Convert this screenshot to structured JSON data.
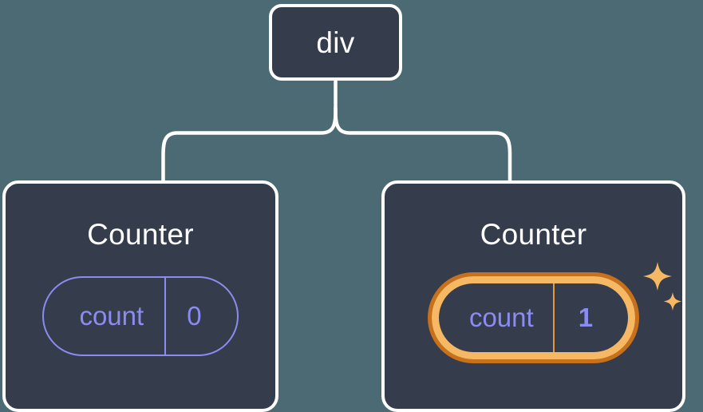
{
  "diagram": {
    "title": "React component tree with highlighted state",
    "background_color": "#4c6a73",
    "node_fill": "#353c4c",
    "node_border": "#ffffff",
    "connector_color": "#ffffff",
    "accent_purple": "#8b8cf0",
    "accent_orange_outer": "#c8711a",
    "accent_orange_inner": "#f6b863"
  },
  "root": {
    "label": "div"
  },
  "children": [
    {
      "label": "Counter",
      "state": {
        "key": "count",
        "value": "0"
      },
      "highlighted": false
    },
    {
      "label": "Counter",
      "state": {
        "key": "count",
        "value": "1"
      },
      "highlighted": true,
      "sparkle_large": "sparkle-icon",
      "sparkle_small": "sparkle-icon"
    }
  ]
}
